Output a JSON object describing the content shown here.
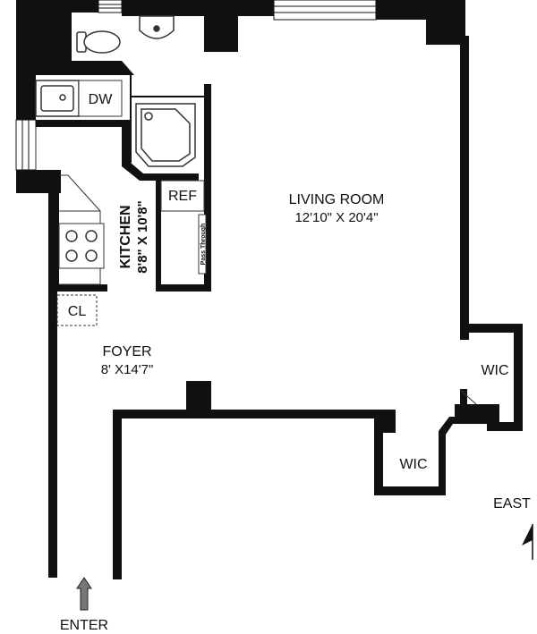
{
  "rooms": {
    "living_room": {
      "name": "LIVING ROOM",
      "dims": "12'10\" X 20'4\""
    },
    "kitchen": {
      "name": "KITCHEN",
      "dims": "8'8\" X 10'8\""
    },
    "foyer": {
      "name": "FOYER",
      "dims": "8' X14'7\""
    }
  },
  "fixtures": {
    "dishwasher": "DW",
    "refrigerator": "REF",
    "pass_through": "Pass Through",
    "closet": "CL",
    "wic_east": "WIC",
    "wic_south": "WIC"
  },
  "compass": {
    "label": "EAST"
  },
  "entry": {
    "label": "ENTER"
  },
  "colors": {
    "wall": "#111111",
    "fixture": "#333333",
    "arrow": "#777777",
    "background": "#ffffff"
  }
}
